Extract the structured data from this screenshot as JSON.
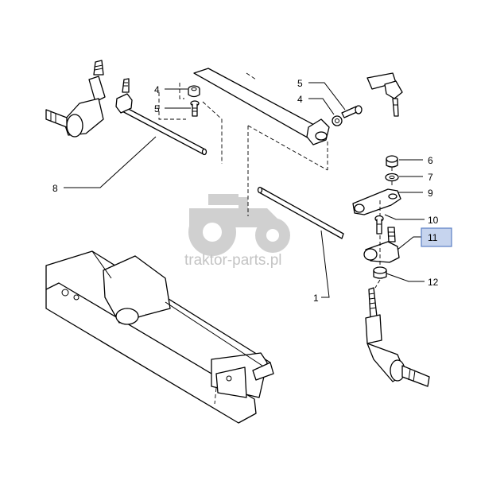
{
  "watermark": {
    "text": "traktor-parts.pl",
    "color": "#d0d0d0"
  },
  "highlight": {
    "fill": "#c6d4ee",
    "stroke": "#5a7fc4"
  },
  "callouts": [
    {
      "id": "c4a",
      "label": "4"
    },
    {
      "id": "c5a",
      "label": "5"
    },
    {
      "id": "c8",
      "label": "8"
    },
    {
      "id": "c5b",
      "label": "5"
    },
    {
      "id": "c4b",
      "label": "4"
    },
    {
      "id": "c6",
      "label": "6"
    },
    {
      "id": "c7",
      "label": "7"
    },
    {
      "id": "c9",
      "label": "9"
    },
    {
      "id": "c10",
      "label": "10"
    },
    {
      "id": "c11",
      "label": "11",
      "highlighted": true
    },
    {
      "id": "c12",
      "label": "12"
    },
    {
      "id": "c1",
      "label": "1"
    }
  ]
}
